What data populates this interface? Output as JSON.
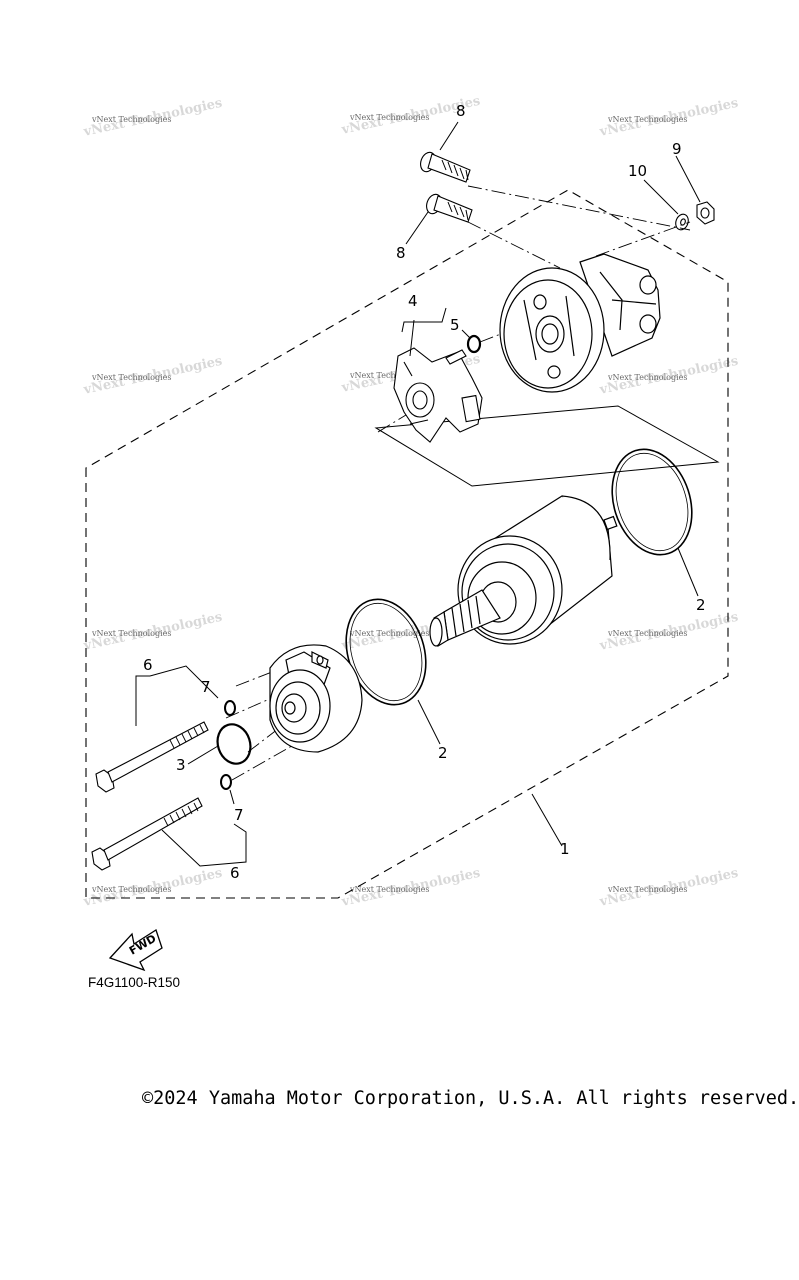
{
  "callouts": [
    "8",
    "8",
    "9",
    "10",
    "4",
    "5",
    "2",
    "2",
    "6",
    "7",
    "3",
    "7",
    "6",
    "1"
  ],
  "watermark_text": "vNext Technologies",
  "fwd_label": "FWD",
  "diagram_code": "F4G1100-R150",
  "copyright": "©2024 Yamaha Motor Corporation, U.S.A. All rights reserved."
}
